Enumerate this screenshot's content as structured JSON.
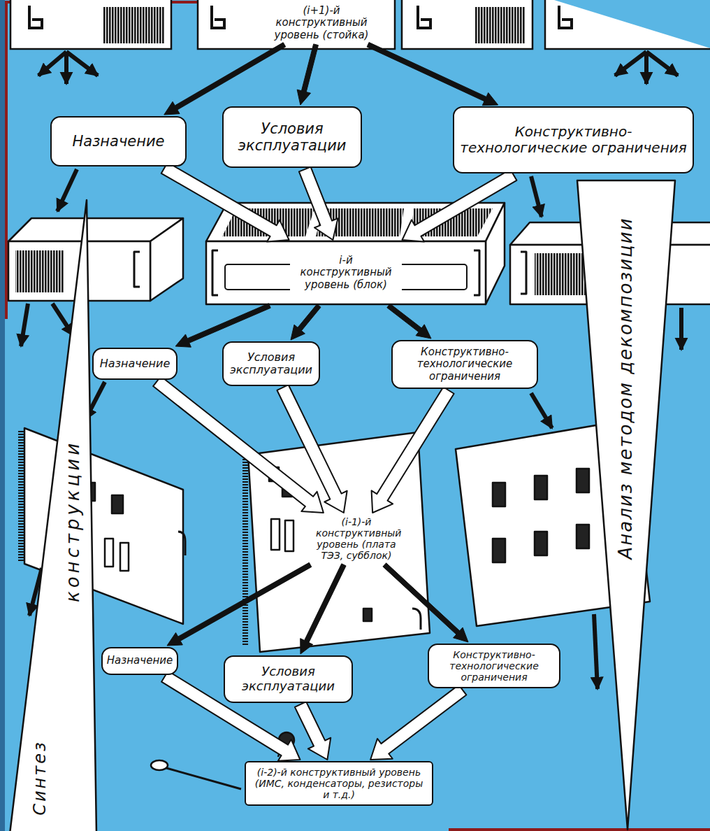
{
  "diagram": {
    "nodes": [
      {
        "text": [
          "(i+1)-й конструктивный уровень (стойка)"
        ]
      },
      {
        "text": [
          "Назначение"
        ]
      },
      {
        "text": [
          "Условия эксплуатации"
        ]
      },
      {
        "text": [
          "Конструктивно-технологические ограничения"
        ]
      },
      {
        "text": [
          "i-й конструктивный уровень (блок)"
        ]
      },
      {
        "text": [
          "Назначение"
        ]
      },
      {
        "text": [
          "Условия эксплуатации"
        ]
      },
      {
        "text": [
          "Конструктивно-технологические ограничения"
        ]
      },
      {
        "text": [
          "(i-1)-й конструктивный уровень (плата ТЭЗ, субблок)"
        ]
      },
      {
        "text": [
          "Назначение"
        ]
      },
      {
        "text": [
          "Условия эксплуатации"
        ]
      },
      {
        "text": [
          "Конструктивно-технологические ограничения"
        ]
      },
      {
        "text": [
          "(i-2)-й конструктивный уровень (ИМС, конденсаторы, резисторы и т.д.)"
        ]
      }
    ],
    "edges": [
      {
        "from": 0,
        "to": 1,
        "arrow": "to"
      },
      {
        "from": 0,
        "to": 2,
        "arrow": "to"
      },
      {
        "from": 0,
        "to": 3,
        "arrow": "to"
      },
      {
        "from": 1,
        "to": 4,
        "arrow": "to"
      },
      {
        "from": 2,
        "to": 4,
        "arrow": "to"
      },
      {
        "from": 3,
        "to": 4,
        "arrow": "to"
      },
      {
        "from": 4,
        "to": 5,
        "arrow": "to"
      },
      {
        "from": 4,
        "to": 6,
        "arrow": "to"
      },
      {
        "from": 4,
        "to": 7,
        "arrow": "to"
      },
      {
        "from": 5,
        "to": 8,
        "arrow": "to"
      },
      {
        "from": 6,
        "to": 8,
        "arrow": "to"
      },
      {
        "from": 7,
        "to": 8,
        "arrow": "to"
      },
      {
        "from": 8,
        "to": 9,
        "arrow": "to"
      },
      {
        "from": 8,
        "to": 10,
        "arrow": "to"
      },
      {
        "from": 8,
        "to": 11,
        "arrow": "to"
      },
      {
        "from": 9,
        "to": 12,
        "arrow": "to"
      },
      {
        "from": 10,
        "to": 12,
        "arrow": "to"
      },
      {
        "from": 11,
        "to": 12,
        "arrow": "to"
      }
    ],
    "labels": [
      "Синтез",
      "конструкции",
      "Анализ методом декомпозиции"
    ]
  }
}
